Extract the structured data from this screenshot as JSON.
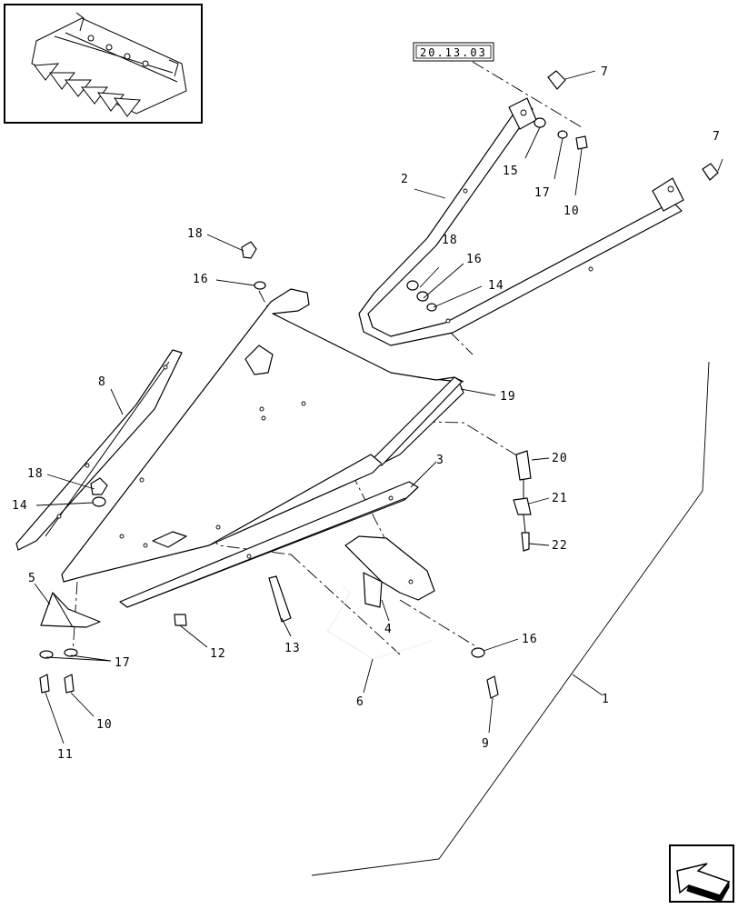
{
  "reference_box": {
    "text": "20.13.03"
  },
  "callouts": [
    {
      "id": "c1",
      "text": "1"
    },
    {
      "id": "c2",
      "text": "2"
    },
    {
      "id": "c3",
      "text": "3"
    },
    {
      "id": "c4",
      "text": "4"
    },
    {
      "id": "c5",
      "text": "5"
    },
    {
      "id": "c6",
      "text": "6"
    },
    {
      "id": "c7a",
      "text": "7"
    },
    {
      "id": "c7b",
      "text": "7"
    },
    {
      "id": "c8",
      "text": "8"
    },
    {
      "id": "c9",
      "text": "9"
    },
    {
      "id": "c10a",
      "text": "10"
    },
    {
      "id": "c10b",
      "text": "10"
    },
    {
      "id": "c11",
      "text": "11"
    },
    {
      "id": "c12",
      "text": "12"
    },
    {
      "id": "c13",
      "text": "13"
    },
    {
      "id": "c14a",
      "text": "14"
    },
    {
      "id": "c14b",
      "text": "14"
    },
    {
      "id": "c15",
      "text": "15"
    },
    {
      "id": "c16a",
      "text": "16"
    },
    {
      "id": "c16b",
      "text": "16"
    },
    {
      "id": "c16c",
      "text": "16"
    },
    {
      "id": "c17a",
      "text": "17"
    },
    {
      "id": "c17b",
      "text": "17"
    },
    {
      "id": "c18a",
      "text": "18"
    },
    {
      "id": "c18b",
      "text": "18"
    },
    {
      "id": "c18c",
      "text": "18"
    },
    {
      "id": "c19",
      "text": "19"
    },
    {
      "id": "c20",
      "text": "20"
    },
    {
      "id": "c21",
      "text": "21"
    },
    {
      "id": "c22",
      "text": "22"
    }
  ],
  "icons": {
    "thumbnail": "header-overview-thumbnail",
    "nav": "next-page-arrow-icon"
  }
}
